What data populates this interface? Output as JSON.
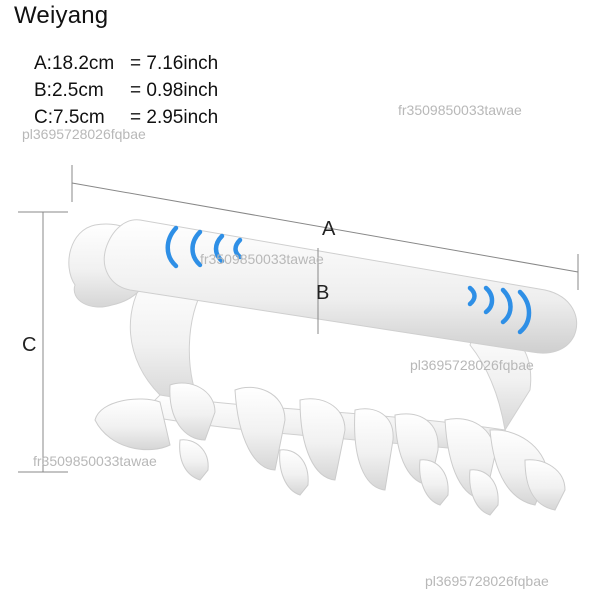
{
  "brand": "Weiyang",
  "specs": [
    {
      "key": "A:18.2cm",
      "value": "= 7.16inch"
    },
    {
      "key": "B:2.5cm",
      "value": "= 0.98inch"
    },
    {
      "key": "C:7.5cm",
      "value": "= 2.95inch"
    }
  ],
  "dimension_labels": {
    "a": "A",
    "b": "B",
    "c": "C"
  },
  "watermarks": {
    "top_right": "fr3509850033tawae",
    "top_left": "pl3695728026fqbae",
    "center": "fr3509850033tawae",
    "right": "pl3695728026fqbae",
    "bottom_left": "fr3509850033tawae",
    "bottom_right": "pl3695728026fqbae"
  },
  "colors": {
    "accent": "#2e8fe6",
    "body": "#f4f4f4",
    "line": "#777777"
  }
}
